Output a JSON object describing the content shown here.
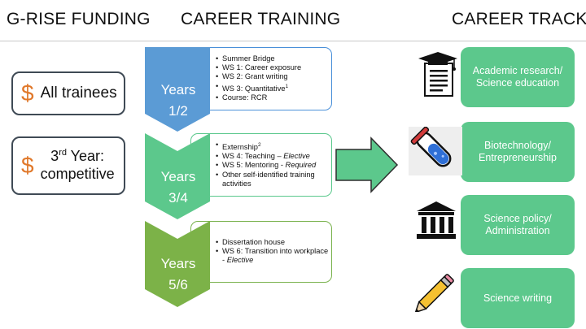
{
  "headers": {
    "funding": "G-RISE FUNDING",
    "training": "CAREER TRAINING",
    "tracks": "CAREER TRACKS"
  },
  "funding": {
    "symbol": "$",
    "box1_text": "All trainees",
    "box2_line1_num": "3",
    "box2_line1_sup": "rd",
    "box2_line1_rest": " Year:",
    "box2_line2": "competitive"
  },
  "stages": [
    {
      "label_line1": "Years",
      "label_line2": "1/2",
      "color": "#5b9bd5",
      "items": [
        {
          "text": "Summer Bridge"
        },
        {
          "text": "WS 1: Career exposure"
        },
        {
          "text": "WS 2: Grant writing"
        },
        {
          "text": "WS 3: Quantitative",
          "sup": "1"
        },
        {
          "text": "Course: RCR"
        }
      ]
    },
    {
      "label_line1": "Years",
      "label_line2": "3/4",
      "color": "#5cc88c",
      "items": [
        {
          "text": "Externship",
          "sup": "2"
        },
        {
          "text": "WS 4: Teaching – ",
          "em": "Elective"
        },
        {
          "text": "WS 5: Mentoring - ",
          "em": "Required"
        },
        {
          "text": "Other self-identified training activities"
        }
      ]
    },
    {
      "label_line1": "Years",
      "label_line2": "5/6",
      "color": "#7cb248",
      "items": [
        {
          "text": "Dissertation house"
        },
        {
          "text": "WS 6: Transition into workplace - ",
          "em": "Elective"
        }
      ]
    }
  ],
  "tracks": [
    {
      "label": "Academic research/ Science education",
      "icon": "graduate-document-icon"
    },
    {
      "label": "Biotechnology/ Entrepreneurship",
      "icon": "test-tube-icon"
    },
    {
      "label": "Science policy/ Administration",
      "icon": "government-building-icon"
    },
    {
      "label": "Science writing",
      "icon": "pencil-icon"
    }
  ],
  "colors": {
    "accent_dollar": "#e0782a",
    "track_green": "#5cc88c",
    "arrow_green": "#5cc88c",
    "box_border": "#3f4a55"
  }
}
